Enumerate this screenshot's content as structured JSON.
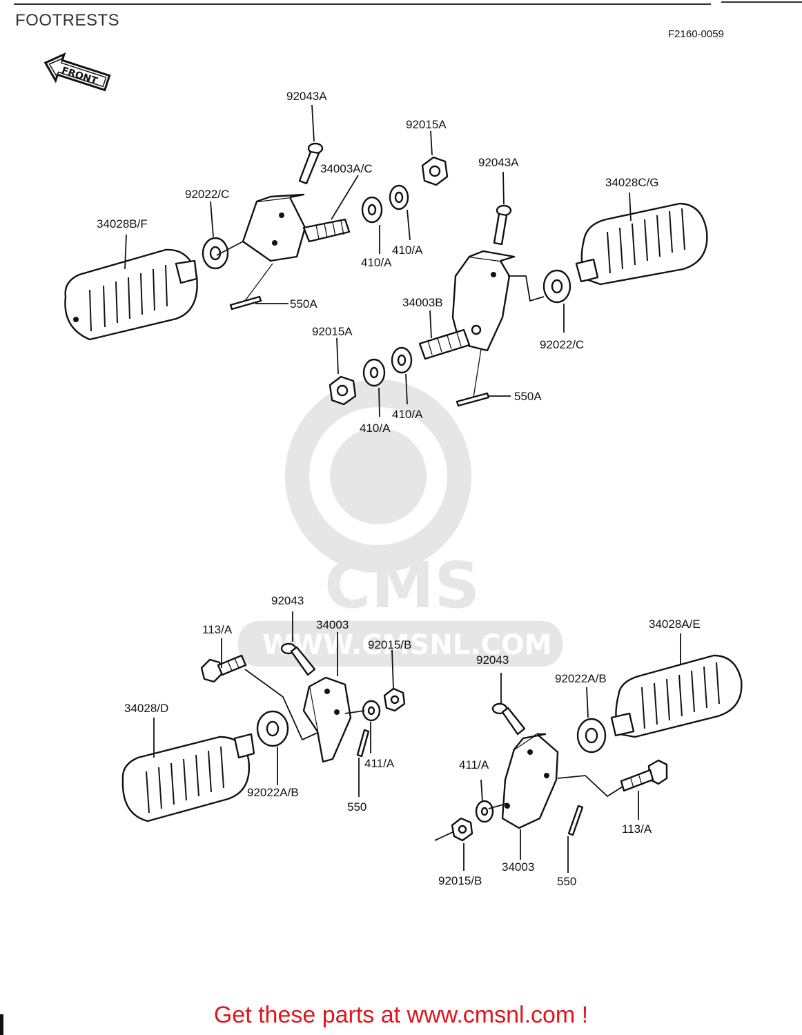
{
  "title": "FOOTRESTS",
  "figure_code": "F2160-0059",
  "front_arrow_label": "FRONT",
  "watermark": {
    "brand": "CMS",
    "url": "WWW.CMSNL.COM"
  },
  "banner": "Get these parts at www.cmsnl.com !",
  "callouts": {
    "top_left": {
      "pin": "92043A",
      "holder": "34003A/C",
      "nut": "92015A",
      "washer_outer": "410/A",
      "washer_inner": "410/A",
      "washer_large": "92022/C",
      "footpeg": "34028B/F",
      "cotter_pin": "550A"
    },
    "top_right": {
      "pin": "92043A",
      "footpeg": "34028C/G",
      "holder": "34003B",
      "washer_large": "92022/C",
      "nut": "92015A",
      "washer_outer": "410/A",
      "washer_inner": "410/A",
      "cotter_pin": "550A"
    },
    "bottom_left": {
      "pin": "92043",
      "bolt": "113/A",
      "bracket": "34003",
      "nut": "92015/B",
      "footpeg": "34028/D",
      "washer_large": "92022A/B",
      "washer_small": "411/A",
      "cotter_pin": "550"
    },
    "bottom_right": {
      "pin": "92043",
      "footpeg": "34028A/E",
      "washer_large": "92022A/B",
      "washer_small": "411/A",
      "bolt": "113/A",
      "bracket": "34003",
      "nut": "92015/B",
      "cotter_pin": "550"
    }
  }
}
